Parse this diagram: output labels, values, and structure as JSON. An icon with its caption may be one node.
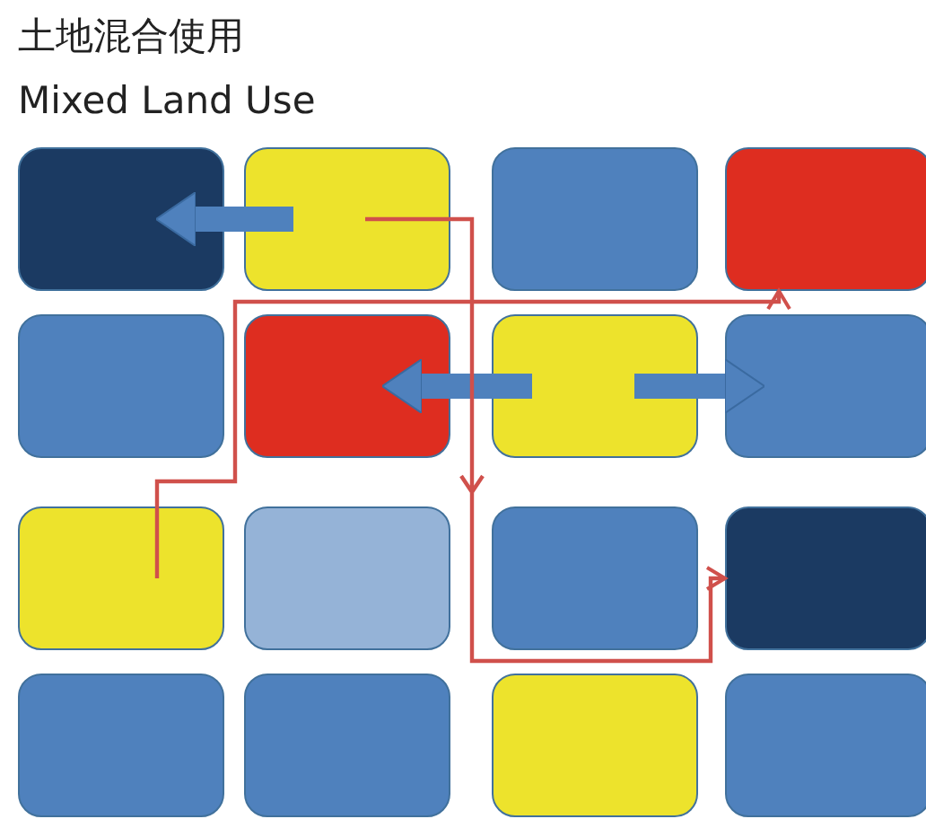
{
  "diagram": {
    "title": "土地混合使用",
    "nodes": [
      {
        "text": [],
        "shape": "box"
      },
      {
        "text": [],
        "shape": "box"
      },
      {
        "text": [],
        "shape": "box"
      },
      {
        "text": [],
        "shape": "box"
      },
      {
        "text": [],
        "shape": "box"
      },
      {
        "text": [],
        "shape": "box"
      },
      {
        "text": [],
        "shape": "box"
      },
      {
        "text": [],
        "shape": "box"
      },
      {
        "text": [],
        "shape": "box"
      },
      {
        "text": [],
        "shape": "box"
      },
      {
        "text": [],
        "shape": "box"
      },
      {
        "text": [],
        "shape": "box"
      },
      {
        "text": [],
        "shape": "box"
      },
      {
        "text": [],
        "shape": "box"
      },
      {
        "text": [],
        "shape": "box"
      },
      {
        "text": [],
        "shape": "box"
      }
    ],
    "edges": [
      {
        "from": 1,
        "to": 0,
        "arrow": "to"
      },
      {
        "from": 6,
        "to": 5,
        "arrow": "to"
      },
      {
        "from": 6,
        "to": 7,
        "arrow": "to"
      },
      {
        "from": 1,
        "to": 11,
        "arrow": "to",
        "color": "#d0504b"
      },
      {
        "from": 8,
        "to": 3,
        "arrow": "to",
        "color": "#d0504b"
      }
    ],
    "labels": [
      "Mixed Land Use"
    ]
  }
}
